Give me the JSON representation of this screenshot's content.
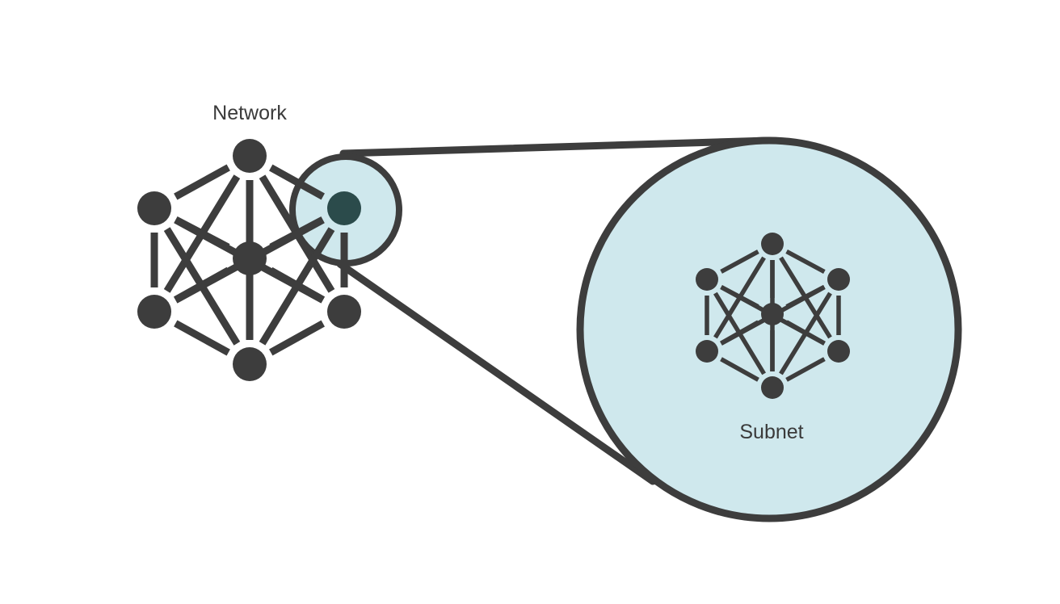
{
  "labels": {
    "network": "Network",
    "subnet": "Subnet"
  },
  "colors": {
    "stroke": "#3d3d3d",
    "node": "#3d3d3d",
    "highlight_node": "#2b4b4b",
    "magnifier_fill": "#cfe8ed",
    "background": "#ffffff"
  },
  "diagram": {
    "network": {
      "nodes": [
        "top",
        "upper-left",
        "upper-right",
        "center",
        "lower-left",
        "lower-right",
        "bottom"
      ],
      "highlighted_node": "upper-right"
    },
    "subnet": {
      "nodes": [
        "top",
        "upper-left",
        "upper-right",
        "center",
        "lower-left",
        "lower-right",
        "bottom"
      ]
    },
    "edges": [
      [
        "top",
        "upper-left"
      ],
      [
        "top",
        "upper-right"
      ],
      [
        "top",
        "center"
      ],
      [
        "top",
        "bottom"
      ],
      [
        "top",
        "lower-left"
      ],
      [
        "top",
        "lower-right"
      ],
      [
        "upper-left",
        "center"
      ],
      [
        "upper-left",
        "lower-left"
      ],
      [
        "upper-left",
        "lower-right"
      ],
      [
        "upper-left",
        "bottom"
      ],
      [
        "upper-right",
        "center"
      ],
      [
        "upper-right",
        "lower-right"
      ],
      [
        "upper-right",
        "lower-left"
      ],
      [
        "upper-right",
        "bottom"
      ],
      [
        "center",
        "lower-left"
      ],
      [
        "center",
        "lower-right"
      ],
      [
        "center",
        "bottom"
      ],
      [
        "lower-left",
        "bottom"
      ],
      [
        "lower-right",
        "bottom"
      ]
    ]
  }
}
